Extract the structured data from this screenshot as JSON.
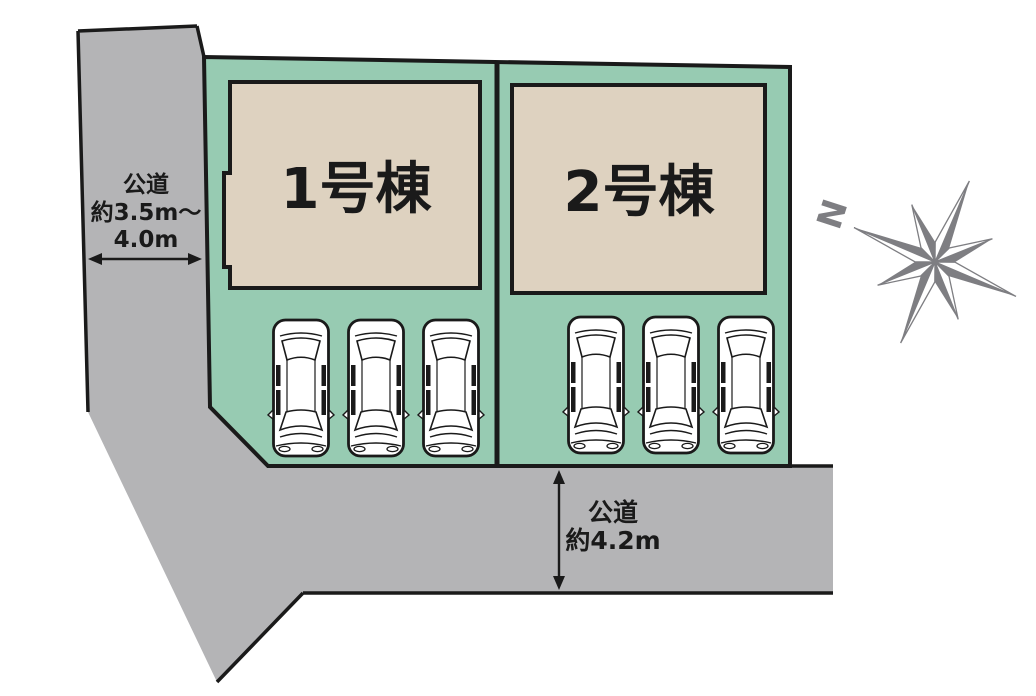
{
  "plan": {
    "lots": [
      {
        "label": "1号棟",
        "parking_spaces": 3
      },
      {
        "label": "2号棟",
        "parking_spaces": 3
      }
    ],
    "roads": {
      "left": {
        "name_label": "公道",
        "width_label_line1": "約3.5m〜",
        "width_label_line2": "4.0m"
      },
      "bottom": {
        "name_label": "公道",
        "width_label": "約4.2m"
      }
    },
    "compass": {
      "north_label": "N"
    }
  },
  "colors": {
    "road": "#b4b4b6",
    "parcel": "#97cbb2",
    "building": "#ded2c0",
    "outline": "#1a1a1a",
    "compass": "#7e7e82",
    "car_fill": "#ffffff",
    "text": "#1a1a1a"
  }
}
